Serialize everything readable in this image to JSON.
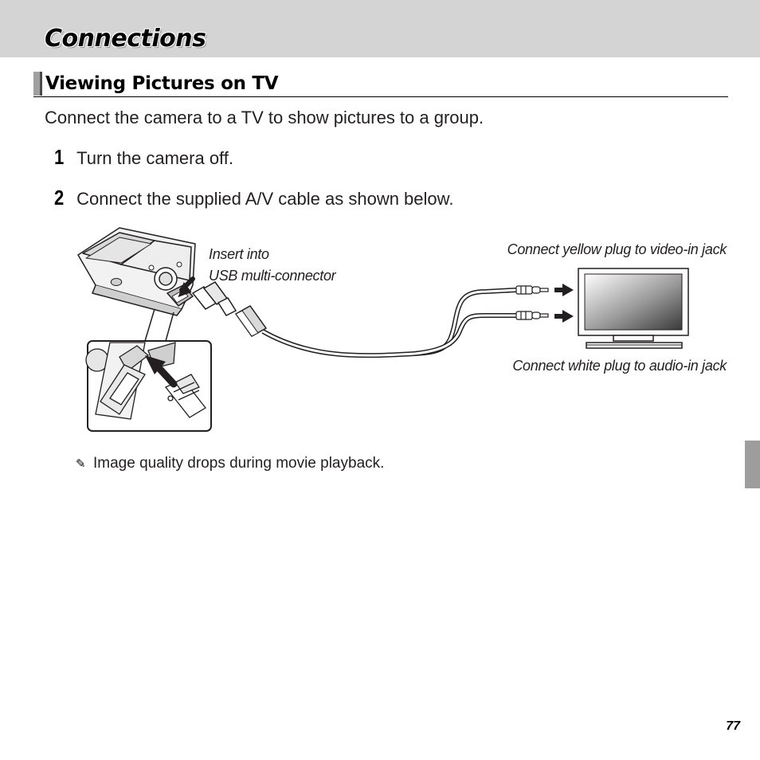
{
  "header": {
    "chapter_title": "Connections"
  },
  "section": {
    "title": "Viewing Pictures on TV"
  },
  "intro": "Connect the camera to a TV to show pictures to a group.",
  "steps": [
    {
      "number": "1",
      "text": "Turn the camera off."
    },
    {
      "number": "2",
      "text": "Connect the supplied A/V cable as shown below."
    }
  ],
  "diagram": {
    "usb_label_line1": "Insert into",
    "usb_label_line2": "USB multi-connector",
    "yellow_label": "Connect yellow plug to video-in jack",
    "white_label": "Connect white plug to audio-in jack"
  },
  "note": {
    "icon": "pencil-note-icon",
    "text": "Image quality drops during movie playback."
  },
  "footer": {
    "page_number": "77"
  },
  "colors": {
    "header_band": "#d4d4d4",
    "thumb_tab": "#9d9d9d",
    "text": "#231f20"
  }
}
